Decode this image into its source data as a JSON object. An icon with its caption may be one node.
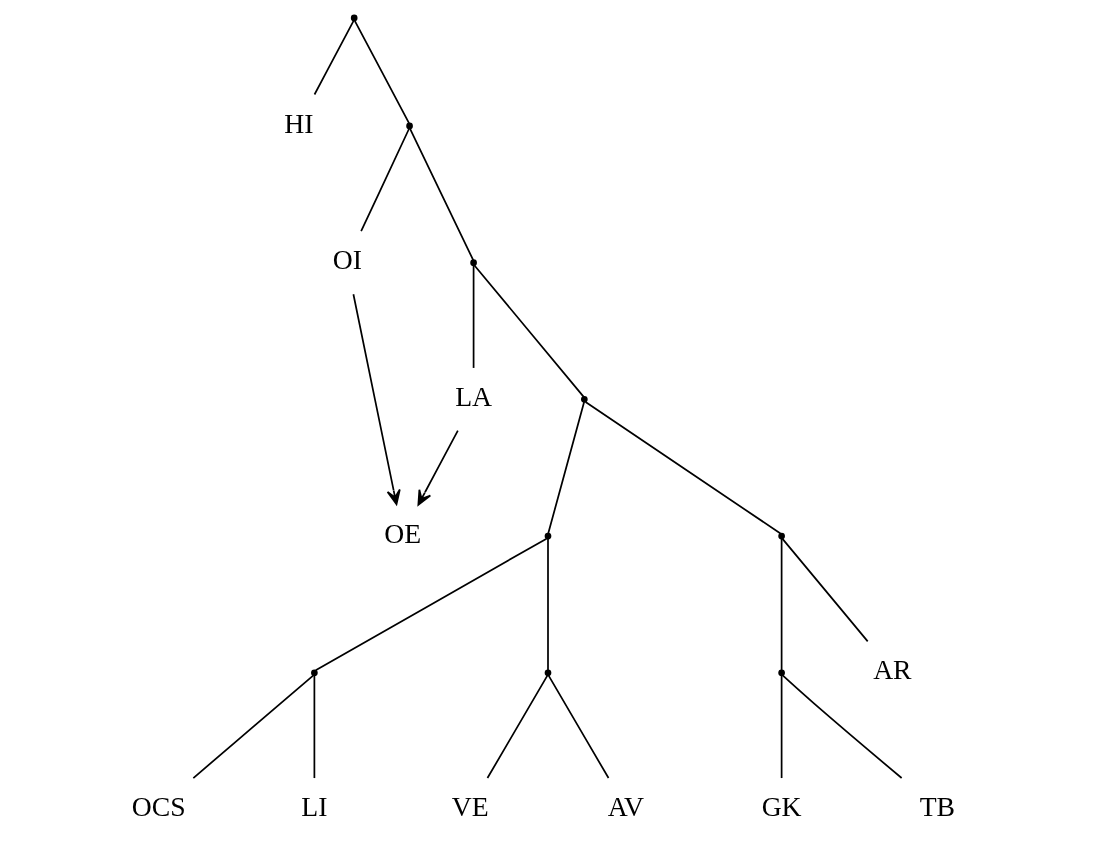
{
  "diagram": {
    "nodes": [
      {
        "text": [],
        "shape": "point"
      },
      {
        "text": [
          "HI"
        ]
      },
      {
        "text": [],
        "shape": "point"
      },
      {
        "text": [
          "OI"
        ]
      },
      {
        "text": [],
        "shape": "point"
      },
      {
        "text": [
          "LA"
        ]
      },
      {
        "text": [
          "OE"
        ]
      },
      {
        "text": [],
        "shape": "point"
      },
      {
        "text": [],
        "shape": "point"
      },
      {
        "text": [],
        "shape": "point"
      },
      {
        "text": [],
        "shape": "point"
      },
      {
        "text": [],
        "shape": "point"
      },
      {
        "text": [],
        "shape": "point"
      },
      {
        "text": [
          "OCS"
        ]
      },
      {
        "text": [
          "LI"
        ]
      },
      {
        "text": [
          "VE"
        ]
      },
      {
        "text": [
          "AV"
        ]
      },
      {
        "text": [
          "AR"
        ]
      },
      {
        "text": [
          "GK"
        ]
      },
      {
        "text": [
          "TB"
        ]
      }
    ],
    "edges": [
      {
        "from": 0,
        "to": 1,
        "arrow": "none"
      },
      {
        "from": 0,
        "to": 2,
        "arrow": "none"
      },
      {
        "from": 2,
        "to": 3,
        "arrow": "none"
      },
      {
        "from": 2,
        "to": 4,
        "arrow": "none"
      },
      {
        "from": 4,
        "to": 5,
        "arrow": "none"
      },
      {
        "from": 4,
        "to": 7,
        "arrow": "none"
      },
      {
        "from": 3,
        "to": 6,
        "arrow": "to"
      },
      {
        "from": 5,
        "to": 6,
        "arrow": "to"
      },
      {
        "from": 7,
        "to": 8,
        "arrow": "none"
      },
      {
        "from": 7,
        "to": 9,
        "arrow": "none"
      },
      {
        "from": 8,
        "to": 10,
        "arrow": "none"
      },
      {
        "from": 8,
        "to": 11,
        "arrow": "none"
      },
      {
        "from": 10,
        "to": 13,
        "arrow": "none"
      },
      {
        "from": 10,
        "to": 14,
        "arrow": "none"
      },
      {
        "from": 11,
        "to": 15,
        "arrow": "none"
      },
      {
        "from": 11,
        "to": 16,
        "arrow": "none"
      },
      {
        "from": 9,
        "to": 17,
        "arrow": "none"
      },
      {
        "from": 9,
        "to": 12,
        "arrow": "none"
      },
      {
        "from": 12,
        "to": 18,
        "arrow": "none"
      },
      {
        "from": 12,
        "to": 19,
        "arrow": "none"
      }
    ]
  }
}
